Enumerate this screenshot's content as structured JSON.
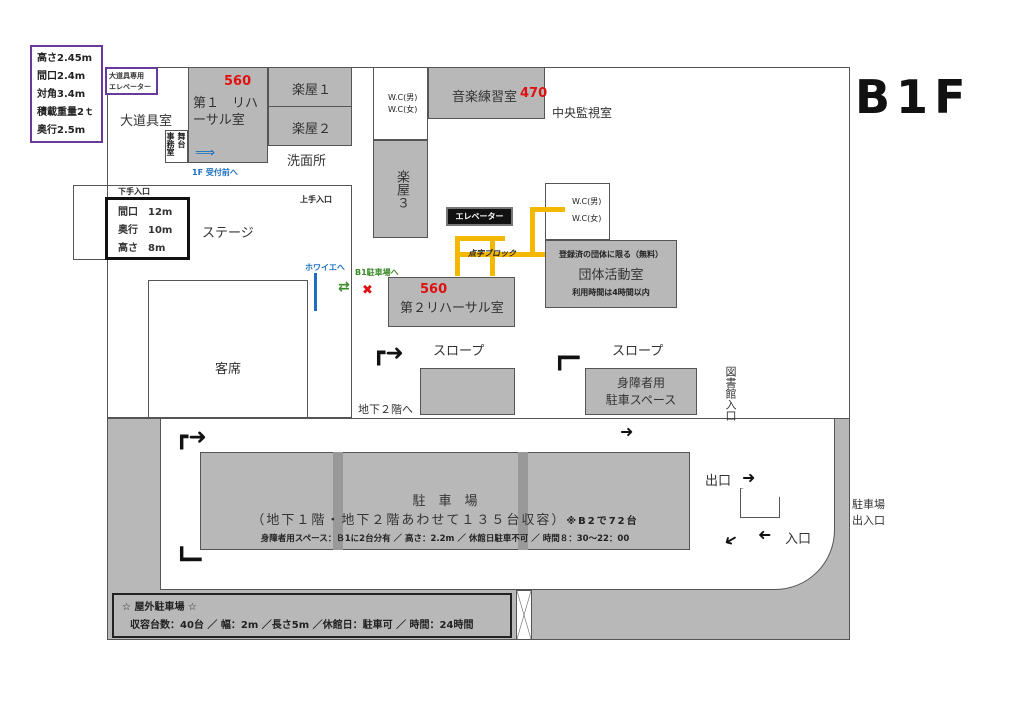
{
  "floor_label": "B1F",
  "elevator_spec": [
    "高さ2.45m",
    "間口2.4m",
    "対角3.4m",
    "積載重量2ｔ",
    "奥行2.5m"
  ],
  "prop_elevator": [
    "大道具専用",
    "エレベーター"
  ],
  "stage_spec": [
    "間口　12m",
    "奥行　10m",
    "高さ　8m"
  ],
  "rooms": {
    "prop_room": "大道具室",
    "office": "事務室",
    "stage_office": "舞台",
    "rehearsal1": "第１　リハーサル室",
    "rehearsal1_cap": "560",
    "dressing1": "楽屋１",
    "dressing2": "楽屋２",
    "washroom": "洗面所",
    "wc_m": "W.C(男)",
    "wc_f": "W.C(女)",
    "music": "音楽練習室",
    "music_cap": "470",
    "control": "中央監視室",
    "dressing3": "楽屋３",
    "elevator": "エレベーター",
    "braille": "点字ブロック",
    "group_note": "登録済の団体に限る（無料）",
    "group": "団体活動室",
    "group_time": "利用時間は4時間以内",
    "rehearsal2": "第２リハーサル室",
    "rehearsal2_cap": "560",
    "stage": "ステージ",
    "seats": "客席",
    "library": "図書館入口",
    "slope": "スロープ",
    "to_b2": "地下２階へ",
    "accessible_parking": [
      "身障者用",
      "駐車スペース"
    ],
    "parking_entrance": [
      "駐車場",
      "出入口"
    ]
  },
  "labels": {
    "to_1f": "1F 受付前へ",
    "stage_left": "下手入口",
    "stage_right": "上手入口",
    "to_foyer": "ホワイエへ",
    "to_b1_parking": "B1駐車場へ",
    "exit": "出口",
    "entrance": "入口"
  },
  "parking": {
    "title": "駐　車　場",
    "capacity": "（地下１階・地下２階あわせて１３５台収容）",
    "b2_note": "※B2で72台",
    "info": "身障者用スペース：Ｂ1に2台分有 ／ 高さ：2.2m ／ 休館日駐車不可 ／ 時間８：30〜22：00"
  },
  "outdoor": {
    "title": "☆ 屋外駐車場 ☆",
    "info": "収容台数：40台 ／ 幅：2m ／長さ5m ／休館日：駐車可 ／ 時間：24時間"
  },
  "colors": {
    "room": "#b8b8b8",
    "accent_red": "#e01010",
    "braille": "#f5b800",
    "purple": "#6a3a9a",
    "blue": "#1a6fc0",
    "green": "#3a8a2a"
  }
}
